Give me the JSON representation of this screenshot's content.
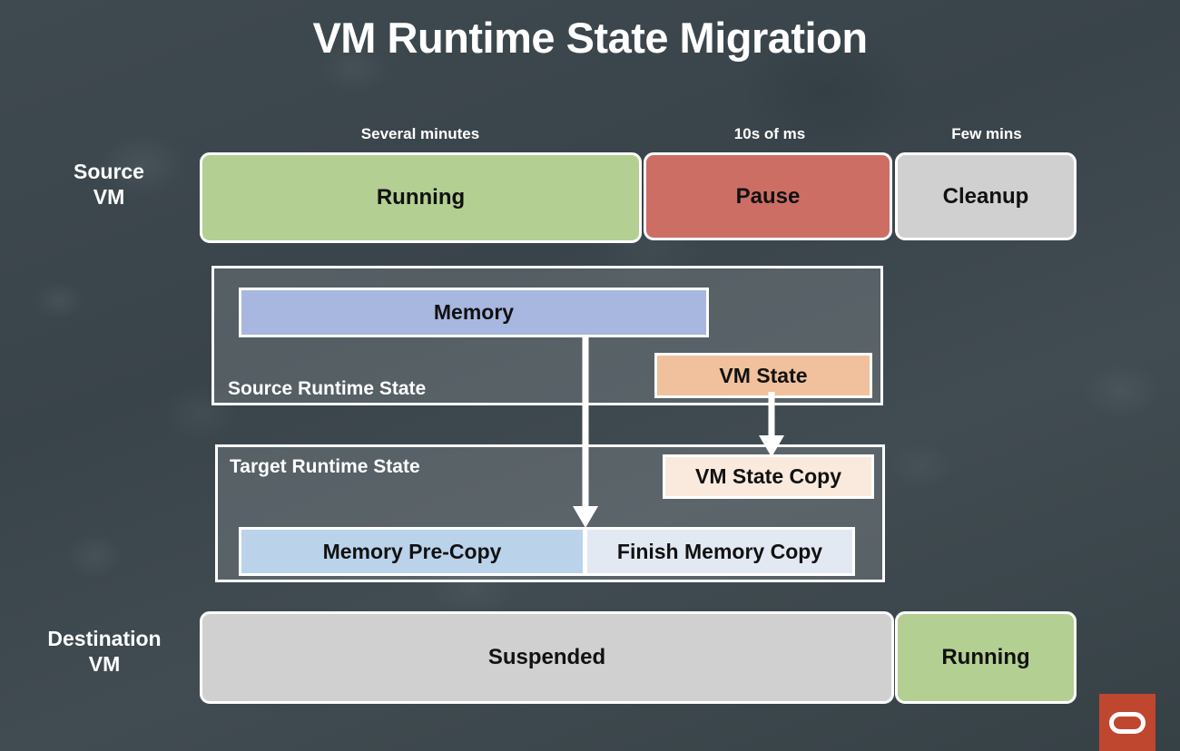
{
  "slide": {
    "title": "VM Runtime State Migration",
    "background_color": "#3c474d"
  },
  "rows": {
    "source": {
      "label": "Source\nVM",
      "label_line1": "Source",
      "label_line2": "VM"
    },
    "destination": {
      "label_line1": "Destination",
      "label_line2": "VM"
    }
  },
  "phase_captions": [
    {
      "text": "Several minutes",
      "name": "caption-several-minutes"
    },
    {
      "text": "10s of ms",
      "name": "caption-10s-of-ms"
    },
    {
      "text": "Few mins",
      "name": "caption-few-mins"
    }
  ],
  "source_vm_states": [
    {
      "label": "Running",
      "color": "#b3cf92"
    },
    {
      "label": "Pause",
      "color": "#cd6e65"
    },
    {
      "label": "Cleanup",
      "color": "#d0d0d0"
    }
  ],
  "destination_vm_states": [
    {
      "label": "Suspended",
      "color": "#d0d0d0"
    },
    {
      "label": "Running",
      "color": "#b3cf92"
    }
  ],
  "source_runtime_state": {
    "panel_label": "Source Runtime State",
    "blocks": [
      {
        "label": "Memory",
        "color": "#a8b7df"
      },
      {
        "label": "VM State",
        "color": "#f0c19c"
      }
    ]
  },
  "target_runtime_state": {
    "panel_label": "Target Runtime State",
    "blocks": [
      {
        "label": "VM State Copy",
        "color": "#faeade"
      },
      {
        "label": "Memory Pre-Copy",
        "color": "#bad3ea"
      },
      {
        "label": "Finish Memory Copy",
        "color": "#e3e9f3"
      }
    ]
  },
  "connectors": [
    {
      "name": "memory-to-memory-copy-arrow",
      "from": "Memory",
      "to": "Finish Memory Copy"
    },
    {
      "name": "vm-state-to-vm-state-copy-arrow",
      "from": "VM State",
      "to": "VM State Copy"
    }
  ],
  "logo": {
    "name": "oracle-logo",
    "background_color": "#c0472f",
    "mark_color": "#ffffff"
  }
}
